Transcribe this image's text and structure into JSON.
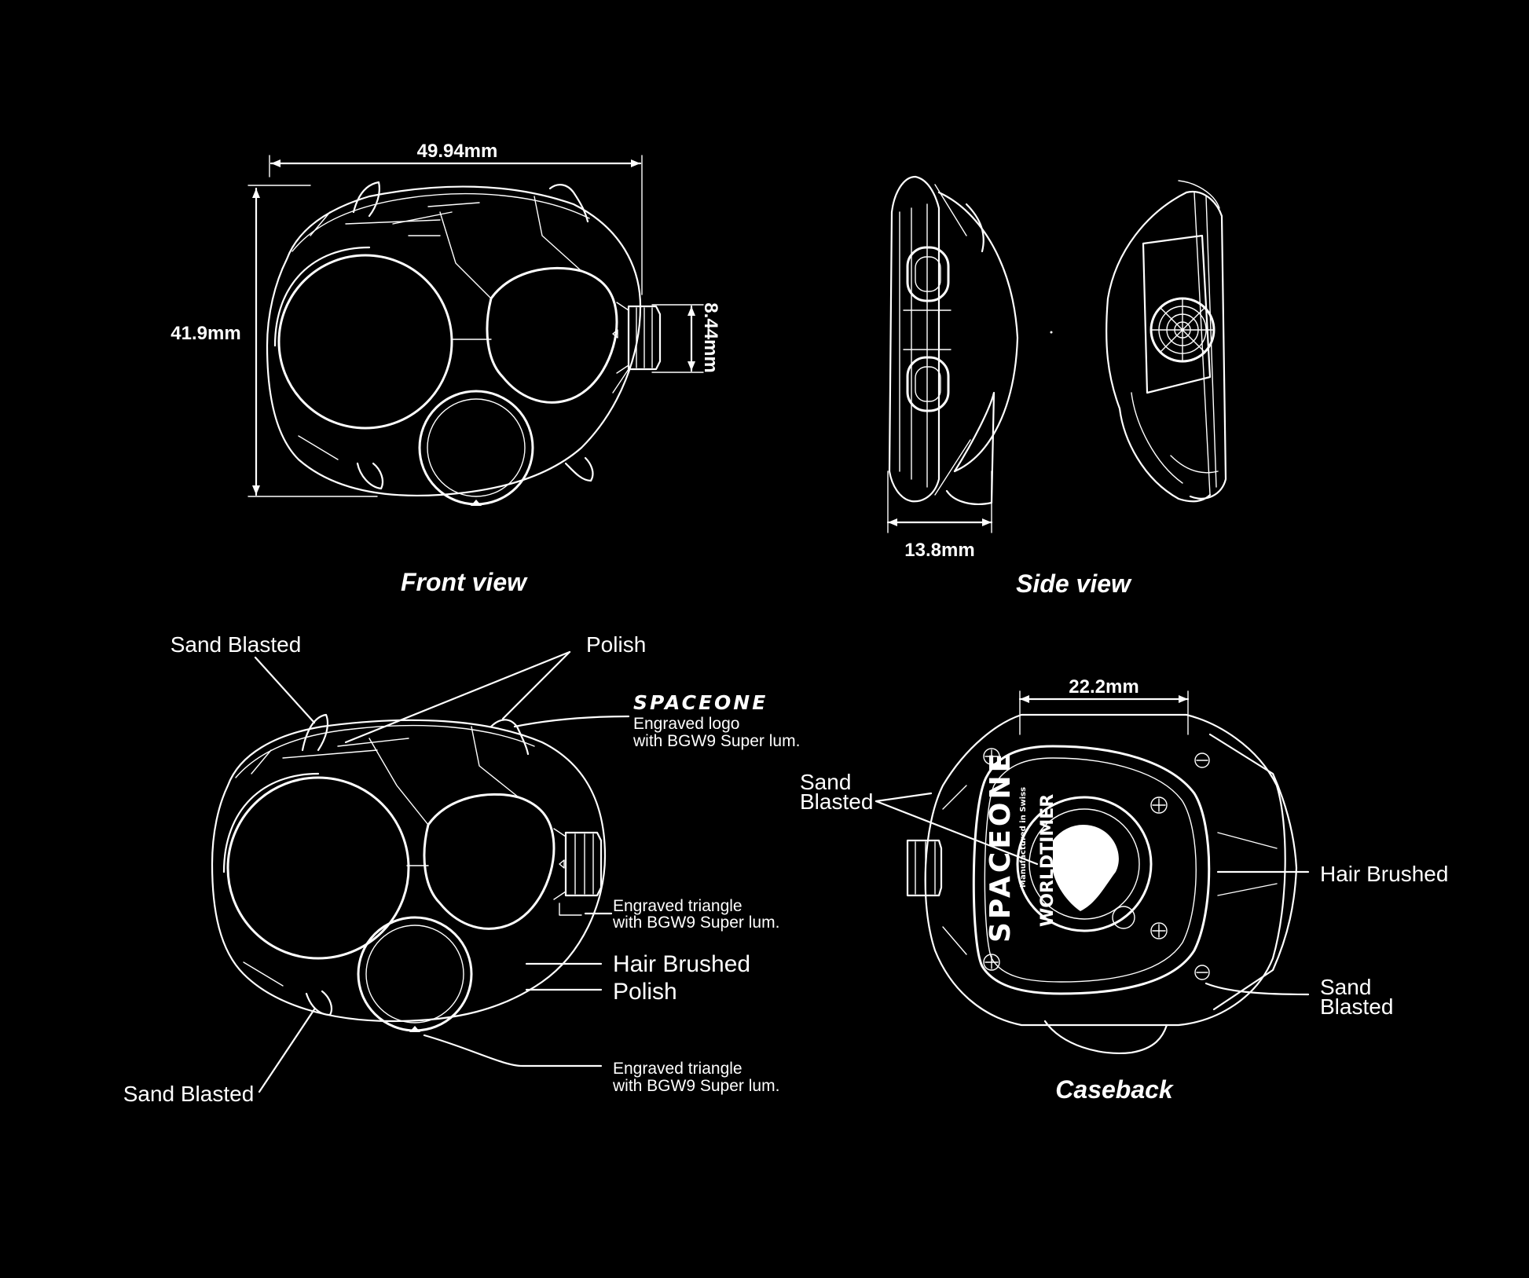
{
  "views": {
    "front": "Front view",
    "side": "Side view",
    "caseback": "Caseback"
  },
  "dimensions": {
    "width": "49.94mm",
    "height": "41.9mm",
    "crown": "8.44mm",
    "thickness": "13.8mm",
    "caseback_width": "22.2mm"
  },
  "callouts": {
    "sand_blasted_top_left": "Sand Blasted",
    "polish_top": "Polish",
    "logo_mark": "SPACEONE",
    "engraved_logo_line1": "Engraved logo",
    "engraved_logo_line2": "with BGW9 Super lum.",
    "engraved_triangle_crown_line1": "Engraved triangle",
    "engraved_triangle_crown_line2": "with BGW9 Super lum.",
    "hair_brushed_front": "Hair Brushed",
    "polish_front": "Polish",
    "engraved_triangle_bottom_line1": "Engraved triangle",
    "engraved_triangle_bottom_line2": "with BGW9 Super lum.",
    "sand_blasted_bottom_left": "Sand Blasted",
    "caseback_sand_line1": "Sand",
    "caseback_sand_line2": "Blasted",
    "caseback_hair_brushed": "Hair Brushed",
    "caseback_sand_right_line1": "Sand",
    "caseback_sand_right_line2": "Blasted"
  },
  "caseback_engraving": {
    "brand": "SPACEONE",
    "model": "WORLDTIMER",
    "small_text": "Manufactured in Swiss"
  },
  "colors": {
    "background": "#000000",
    "line": "#ffffff"
  }
}
